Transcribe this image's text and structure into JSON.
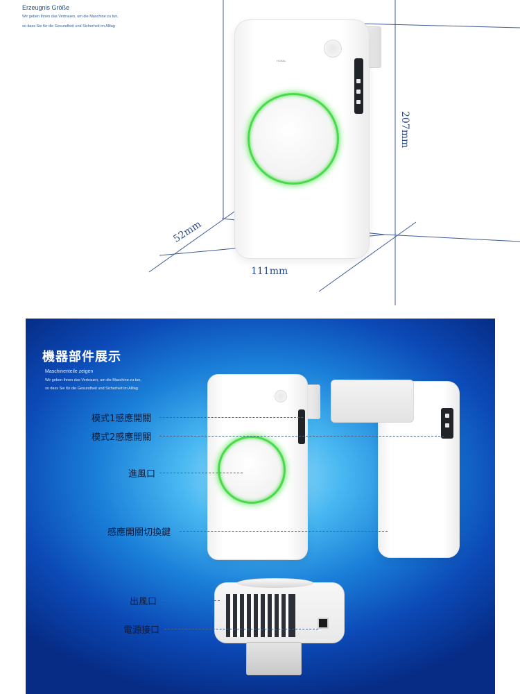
{
  "size_section": {
    "title": "Erzeugnis Größe",
    "subtitle_line1": "Wir geben Ihnen das Vertrauen, um die Maschine zu tun,",
    "subtitle_line2": "so dass Sie für die Gesundheit und Sicherheit im Alltag",
    "dim_height": "207mm",
    "dim_depth": "52mm",
    "dim_width": "111mm",
    "brand_mark": "HOBAL"
  },
  "parts_section": {
    "title": "機器部件展示",
    "subtitle_heading": "Maschinenteile zeigen",
    "subtitle_line1": "Wir geben Ihnen das Vertrauen, um die Maschine zu tun,",
    "subtitle_line2": "so dass Sie für die Gesundheit und Sicherheit im Alltag",
    "labels": {
      "mode1_switch": "模式1感應開關",
      "mode2_switch": "模式2感應開關",
      "air_inlet": "進風口",
      "sensor_toggle_key": "感應開關切換鍵",
      "air_outlet": "出風口",
      "power_port": "電源接口"
    }
  },
  "colors": {
    "ring_glow": "#49d94a",
    "text_blue": "#1d4d84",
    "background_blue": "#1a7fd8"
  }
}
